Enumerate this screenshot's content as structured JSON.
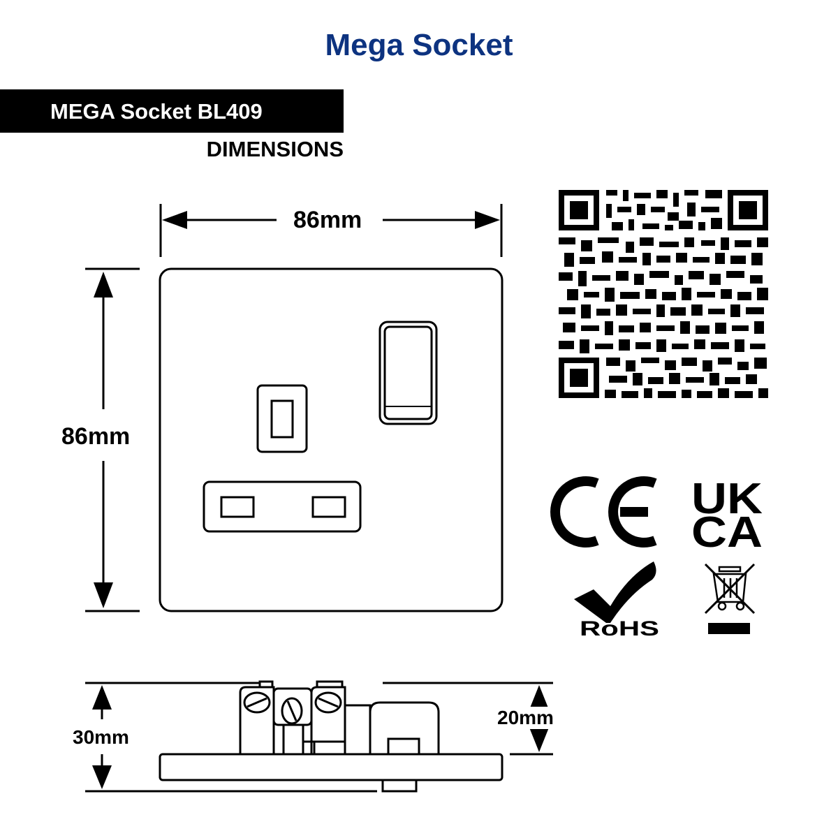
{
  "title": "Mega Socket",
  "model_banner": "MEGA Socket BL409",
  "section_label": "DIMENSIONS",
  "dimensions": {
    "width": "86mm",
    "height": "86mm",
    "total_depth": "30mm",
    "protrusion": "20mm"
  },
  "certifications": {
    "ce": "CE",
    "ukca_line1": "UK",
    "ukca_line2": "CA",
    "rohs": "RoHS",
    "weee": "weee-bin-icon"
  },
  "colors": {
    "title": "#0d3380",
    "banner_bg": "#000000",
    "banner_text": "#ffffff",
    "line": "#000000"
  }
}
